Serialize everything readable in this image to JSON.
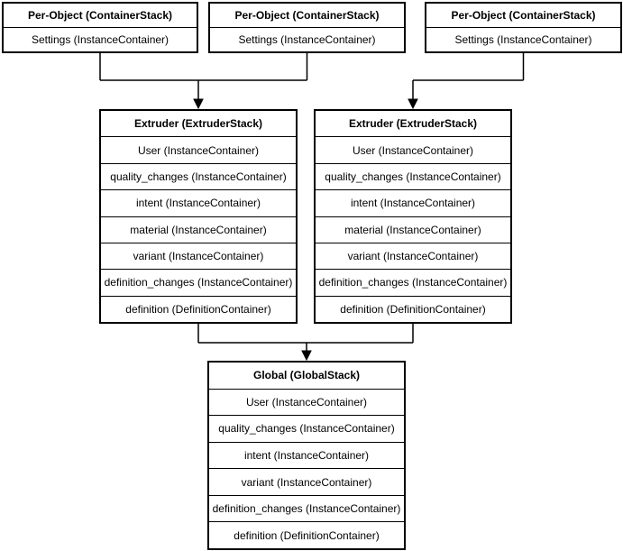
{
  "diagram": {
    "colors": {
      "stroke": "#000000",
      "background": "#ffffff",
      "box_fill": "#ffffff",
      "text": "#000000"
    },
    "per_object_stacks": [
      {
        "title": "Per-Object (ContainerStack)",
        "rows": [
          "Settings (InstanceContainer)"
        ]
      },
      {
        "title": "Per-Object (ContainerStack)",
        "rows": [
          "Settings (InstanceContainer)"
        ]
      },
      {
        "title": "Per-Object (ContainerStack)",
        "rows": [
          "Settings (InstanceContainer)"
        ]
      }
    ],
    "extruder_stacks": [
      {
        "title": "Extruder (ExtruderStack)",
        "rows": [
          "User (InstanceContainer)",
          "quality_changes (InstanceContainer)",
          "intent (InstanceContainer)",
          "material (InstanceContainer)",
          "variant (InstanceContainer)",
          "definition_changes (InstanceContainer)",
          "definition (DefinitionContainer)"
        ]
      },
      {
        "title": "Extruder (ExtruderStack)",
        "rows": [
          "User (InstanceContainer)",
          "quality_changes (InstanceContainer)",
          "intent (InstanceContainer)",
          "material (InstanceContainer)",
          "variant (InstanceContainer)",
          "definition_changes (InstanceContainer)",
          "definition (DefinitionContainer)"
        ]
      }
    ],
    "global_stack": {
      "title": "Global (GlobalStack)",
      "rows": [
        "User (InstanceContainer)",
        "quality_changes (InstanceContainer)",
        "intent (InstanceContainer)",
        "variant (InstanceContainer)",
        "definition_changes (InstanceContainer)",
        "definition (DefinitionContainer)"
      ]
    }
  }
}
